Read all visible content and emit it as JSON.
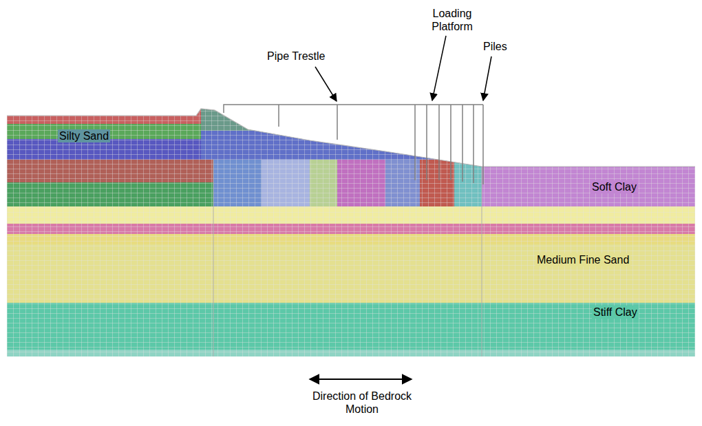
{
  "diagram": {
    "labels": [
      "Pipe Trestle",
      "Loading Platform",
      "Piles",
      "Silty Sand",
      "Soft Clay",
      "Medium Fine Sand",
      "Stiff Clay",
      "Direction of Bedrock Motion"
    ]
  }
}
